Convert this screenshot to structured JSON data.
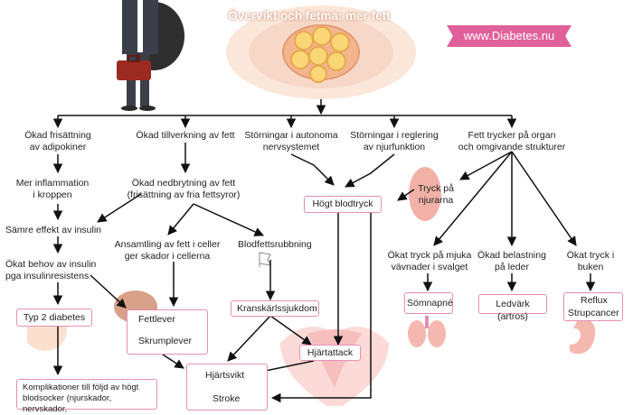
{
  "title": "Övervikt och fetma: mer fett",
  "brand": "www.Diabetes.nu",
  "colors": {
    "accent": "#e0609a",
    "box_border": "#e58fb0",
    "line": "#111111",
    "organ": "#f4b8b1"
  },
  "nodes": {
    "adipokines": "Ökad frisättning\nav adipokiner",
    "inflammation": "Mer inflammation\ni kroppen",
    "insulin_effect": "Sämre effekt av insulin",
    "insulin_need": "Ökat behov av insulin\npga insulinresistens",
    "type2": "Typ 2 diabetes",
    "complications": "Komplikationer till följd av högt\nblodsocker (njurskador, nervskador,",
    "fat_production": "Ökad tillverkning av fett",
    "fat_breakdown": "Ökad nedbrytning av fett\n(frisättning av fria fettsyror)",
    "fat_in_cells": "Ansamtling av fett i celler\nger skador i cellerna",
    "lipid_disorder": "Blodfettsrubbning",
    "fatty_liver": "Fettlever",
    "cirrhosis": "Skrumplever",
    "coronary": "Kranskärlssjukdom",
    "heart_attack": "Hjärtattack",
    "heart_failure": "Hjärtsvikt",
    "stroke": "Stroke",
    "autonomic": "Störningar i autonoma\nnervsystemet",
    "kidney_reg": "Störningar i reglering\nav njurfunktion",
    "hypertension": "Högt blodtryck",
    "organ_pressure": "Fett trycker på organ\noch omgivande strukturer",
    "kidney_pressure": "Tryck på\nnjurarna",
    "soft_tissue": "Ökat tryck på mjuka\nvävnader i svalget",
    "sleep_apnea": "Sömnapné",
    "joint_load": "Ökad belastning\npå leder",
    "joint_pain": "Ledvärk (artros)",
    "belly_pressure": "Ökat tryck i\nbuken",
    "reflux": "Reflux",
    "stomach_cancer": "Strupcancer"
  }
}
